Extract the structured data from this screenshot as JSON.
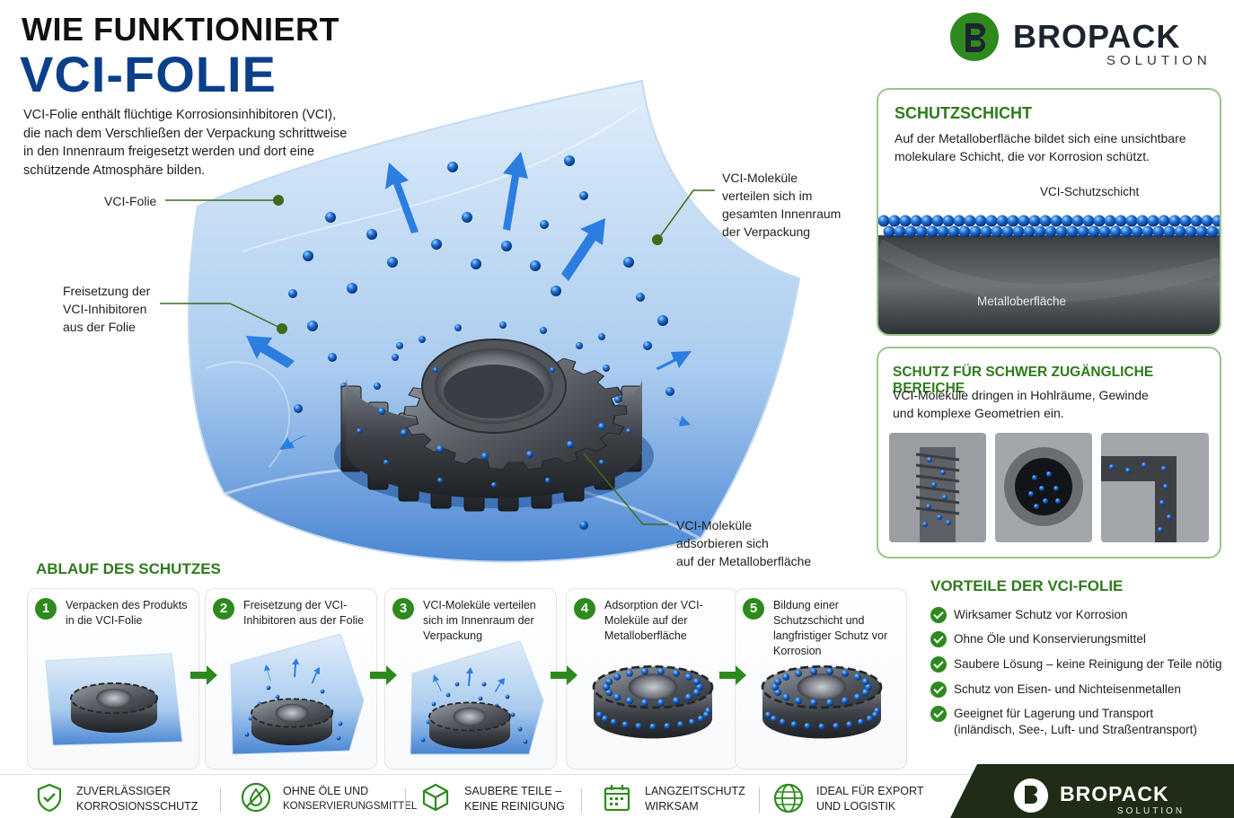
{
  "header": {
    "title_line1": "WIE FUNKTIONIERT",
    "title_line2": "VCI-FOLIE",
    "intro": "VCI-Folie enthält flüchtige Korrosionsinhibitoren (VCI), die nach dem Verschließen der Verpackung schrittweise in den Innenraum freigesetzt werden und dort eine schützende Atmosphäre bilden."
  },
  "brand": {
    "name": "BROPACK",
    "sub": "SOLUTION",
    "green": "#2e8a1e",
    "blue": "#0b3f8a"
  },
  "callouts": {
    "folie": "VCI-Folie",
    "freisetzung": [
      "Freisetzung der",
      "VCI-Inhibitoren",
      "aus der Folie"
    ],
    "verteilen": [
      "VCI-Moleküle",
      "verteilen sich im",
      "gesamten Innenraum",
      "der Verpackung"
    ],
    "adsorbieren": [
      "VCI-Moleküle",
      "adsorbieren sich",
      "auf der Metalloberfläche"
    ]
  },
  "schutzschicht": {
    "title": "SCHUTZSCHICHT",
    "text": "Auf der Metalloberfläche bildet sich eine unsichtbare molekulare Schicht, die vor Korrosion schützt.",
    "label_layer": "VCI-Schutzschicht",
    "label_surface": "Metalloberfläche"
  },
  "zugaenglich": {
    "title": "SCHUTZ FÜR SCHWER ZUGÄNGLICHE BEREICHE",
    "text": "VCI-Moleküle dringen in Hohlräume, Gewinde und komplexe Geometrien ein."
  },
  "ablauf": {
    "title": "ABLAUF DES SCHUTZES",
    "steps": [
      {
        "num": "1",
        "text": "Verpacken des Produkts in die VCI-Folie"
      },
      {
        "num": "2",
        "text": "Freisetzung der VCI-Inhibitoren aus der Folie"
      },
      {
        "num": "3",
        "text": "VCI-Moleküle verteilen sich im Innenraum der Verpackung"
      },
      {
        "num": "4",
        "text": "Adsorption der VCI-Moleküle auf der Metalloberfläche"
      },
      {
        "num": "5",
        "text": "Bildung einer Schutzschicht und langfristiger Schutz vor Korrosion"
      }
    ]
  },
  "vorteile": {
    "title": "VORTEILE DER VCI-FOLIE",
    "items": [
      "Wirksamer Schutz vor Korrosion",
      "Ohne Öle und Konservierungsmittel",
      "Saubere Lösung – keine Reinigung der Teile nötig",
      "Schutz von Eisen- und Nichteisenmetallen",
      "Geeignet für Lagerung und Transport",
      "(inländisch, See-, Luft- und Straßentransport)"
    ]
  },
  "footer": {
    "features": [
      {
        "line1": "ZUVERLÄSSIGER",
        "line2": "KORROSIONSSCHUTZ",
        "icon": "shield-check-icon"
      },
      {
        "line1": "OHNE ÖLE UND",
        "line2": "KONSERVIERUNGSMITTEL",
        "icon": "no-oil-drop-icon"
      },
      {
        "line1": "SAUBERE TEILE –",
        "line2": "KEINE REINIGUNG",
        "icon": "cube-icon"
      },
      {
        "line1": "LANGZEITSCHUTZ",
        "line2": "WIRKSAM",
        "icon": "calendar-icon"
      },
      {
        "line1": "IDEAL FÜR EXPORT",
        "line2": "UND LOGISTIK",
        "icon": "globe-icon"
      }
    ]
  }
}
